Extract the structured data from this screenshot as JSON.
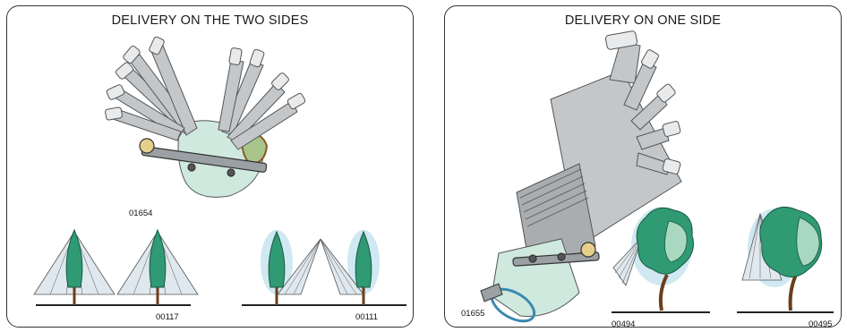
{
  "panels": [
    {
      "title": "DELIVERY ON THE TWO SIDES",
      "main_code": "01654",
      "left_code": "00117",
      "right_code": "00111"
    },
    {
      "title": "DELIVERY ON ONE SIDE",
      "main_code": "01655",
      "left_code": "00494",
      "right_code": "00495"
    }
  ],
  "colors": {
    "frame": "#333333",
    "spray_fan": "#dfe8ee",
    "spray_area": "#cfe8f2",
    "tree_green": "#2f9a73",
    "tree_dark": "#1b5a44",
    "trunk": "#6b3e1c",
    "sprayer_metal": "#b9bdbf",
    "sprayer_tank": "#cfe9df",
    "ground": "#222222"
  },
  "icons": [
    "sprayer-two-sides-icon",
    "sprayer-one-side-icon",
    "conifer-tree-icon",
    "deciduous-tree-icon",
    "spray-fan-icon"
  ]
}
